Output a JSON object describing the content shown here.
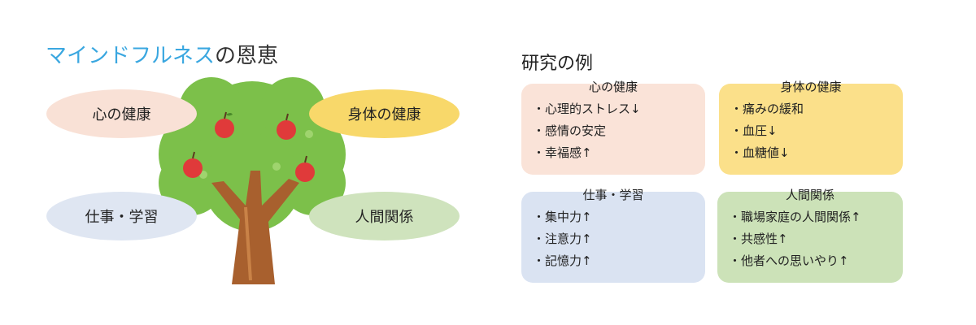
{
  "title": {
    "accent": "マインドフルネス",
    "rest": "の恩恵"
  },
  "benefits": {
    "mind": "心の健康",
    "body": "身体の健康",
    "work": "仕事・学習",
    "relations": "人間関係"
  },
  "research": {
    "title": "研究の例",
    "mind": {
      "title": "心の健康",
      "items": [
        "・心理的ストレス↓",
        "・感情の安定",
        "・幸福感↑"
      ]
    },
    "body": {
      "title": "身体の健康",
      "items": [
        "・痛みの緩和",
        "・血圧↓",
        "・血糖値↓"
      ]
    },
    "work": {
      "title": "仕事・学習",
      "items": [
        "・集中力↑",
        "・注意力↑",
        "・記憶力↑"
      ]
    },
    "relations": {
      "title": "人間関係",
      "items": [
        "・職場家庭の人間関係↑",
        "・共感性↑",
        "・他者への思いやり↑"
      ]
    }
  },
  "colors": {
    "accent": "#3aa7e0",
    "mind": "#fae3d8",
    "body": "#fbe08a",
    "work": "#dae3f2",
    "relations": "#cce2b8"
  }
}
